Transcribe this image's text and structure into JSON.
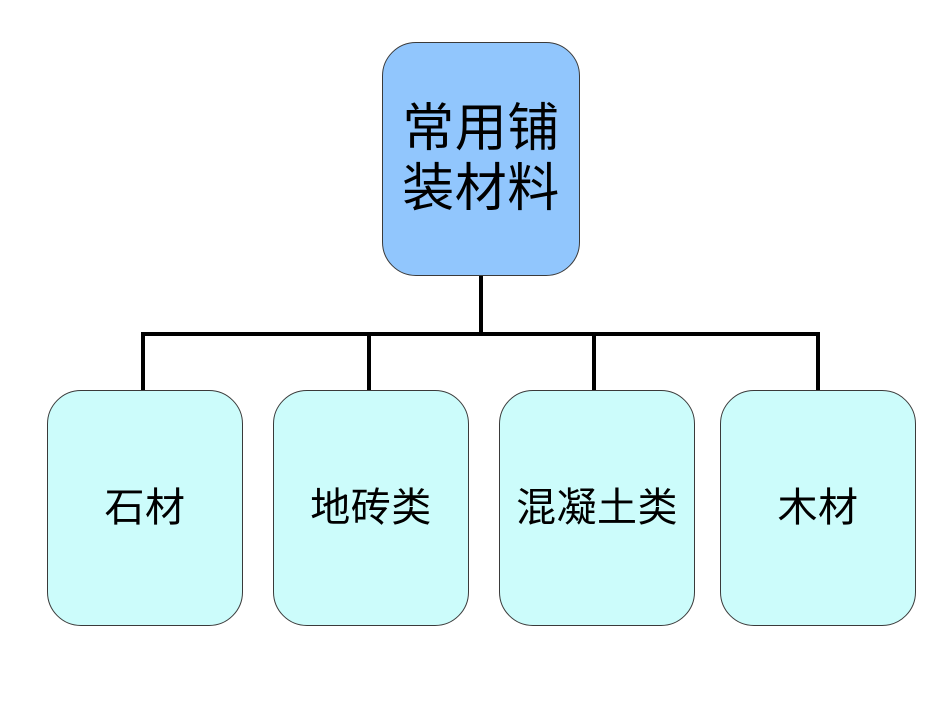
{
  "diagram": {
    "type": "organization-chart",
    "orientation": "top-down",
    "colors": {
      "root_fill": "#91c6fd",
      "child_fill": "#ccfcfb",
      "border": "#3a3a3a",
      "connector": "#000000",
      "background": "#ffffff",
      "text": "#000000"
    },
    "root": {
      "label": "常用铺装材料"
    },
    "children": [
      {
        "label": "石材"
      },
      {
        "label": "地砖类"
      },
      {
        "label": "混凝土类"
      },
      {
        "label": "木材"
      }
    ]
  }
}
